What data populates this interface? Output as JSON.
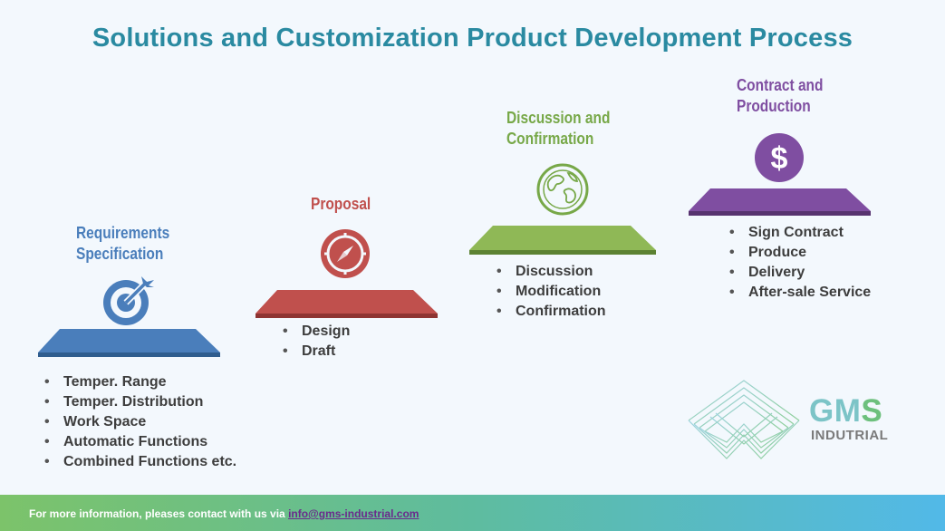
{
  "title": "Solutions and Customization Product Development Process",
  "steps": [
    {
      "title_line1": "Requirements",
      "title_line2": "Specification",
      "color": "#4a7ebb",
      "icon": "target-icon",
      "bullets": [
        "Temper. Range",
        "Temper. Distribution",
        "Work Space",
        "Automatic Functions",
        "Combined Functions etc."
      ]
    },
    {
      "title_line1": "Proposal",
      "title_line2": "",
      "color": "#c0504d",
      "icon": "compass-icon",
      "bullets": [
        "Design",
        "Draft"
      ]
    },
    {
      "title_line1": "Discussion and",
      "title_line2": "Confirmation",
      "color": "#77a848",
      "icon": "globe-icon",
      "bullets": [
        "Discussion",
        "Modification",
        "Confirmation"
      ]
    },
    {
      "title_line1": "Contract and",
      "title_line2": "Production",
      "color": "#7f4ea1",
      "icon": "dollar-icon",
      "bullets": [
        "Sign Contract",
        "Produce",
        "Delivery",
        "After-sale Service"
      ]
    }
  ],
  "brand": {
    "name_part1": "GM",
    "name_part2": "S",
    "sub": "INDUTRIAL"
  },
  "footer": {
    "text": "For more information,  pleases contact with us via ",
    "email": "info@gms-industrial.com"
  }
}
